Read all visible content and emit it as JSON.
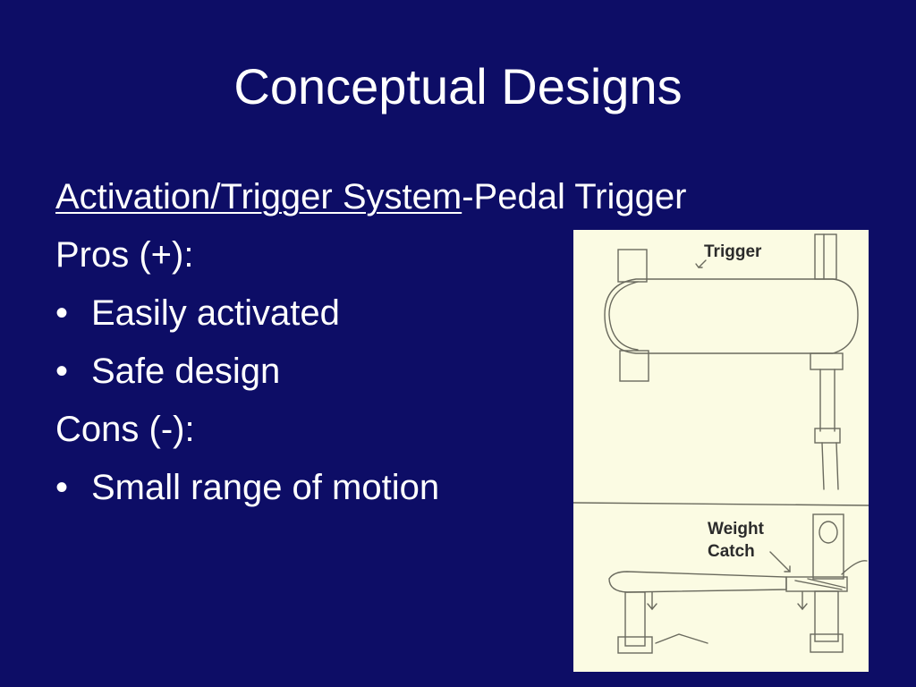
{
  "slide": {
    "title": "Conceptual Designs",
    "heading_underlined": "Activation/Trigger System",
    "heading_rest": "-Pedal Trigger",
    "pros_label": "Pros (+):",
    "pros": [
      "Easily activated",
      "Safe design"
    ],
    "cons_label": "Cons (-):",
    "cons": [
      "Small range of motion"
    ],
    "bullet_glyph": "•"
  },
  "sketch": {
    "label_trigger": "Trigger",
    "label_weight": "Weight",
    "label_catch": "Catch",
    "background": "#fbfbe3"
  },
  "colors": {
    "background": "#0d0d66",
    "text": "#ffffff"
  }
}
